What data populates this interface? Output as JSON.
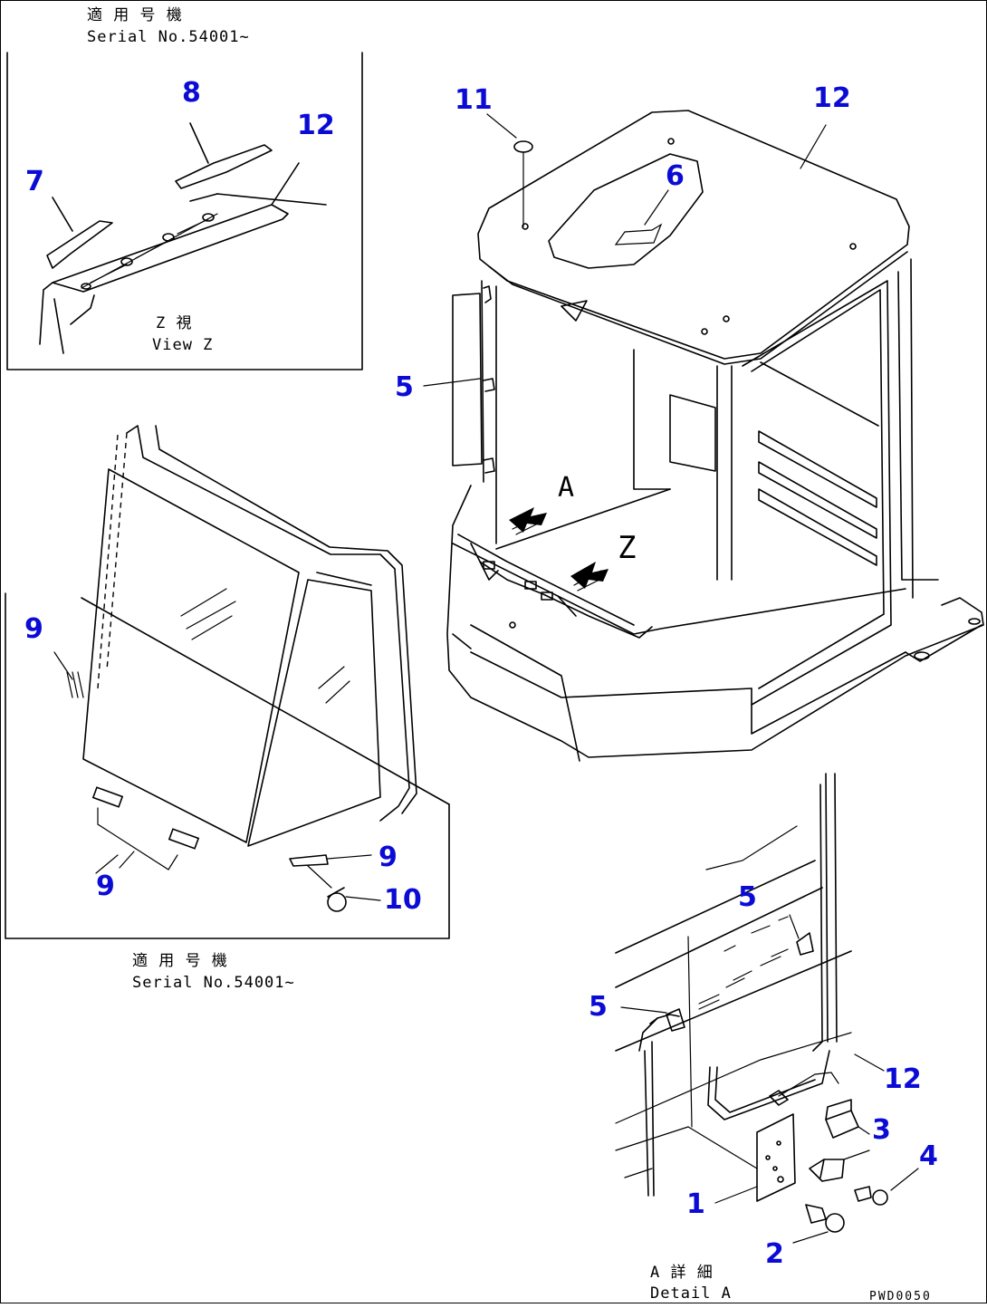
{
  "accent_color": "#0b0bd6",
  "callouts": {
    "c1": "1",
    "c2": "2",
    "c3": "3",
    "c4": "4",
    "c5a": "5",
    "c5b": "5",
    "c5c": "5",
    "c6": "6",
    "c7": "7",
    "c8": "8",
    "c9a": "9",
    "c9b": "9",
    "c9c": "9",
    "c10": "10",
    "c11": "11",
    "c12a": "12",
    "c12b": "12",
    "c12c": "12"
  },
  "notes": {
    "top_serial_jp": "適 用 号 機",
    "top_serial_en": "Serial No.54001~",
    "viewz_jp": "Z  視",
    "viewz_en": "View Z",
    "mid_serial_jp": "適 用 号 機",
    "mid_serial_en": "Serial No.54001~",
    "detail_jp": "A 詳 細",
    "detail_en": "Detail A",
    "arrow_a": "A",
    "arrow_z": "Z",
    "drawing_code": "PWD0050"
  },
  "icons": [
    "view-arrow-a-icon",
    "view-arrow-z-icon"
  ]
}
